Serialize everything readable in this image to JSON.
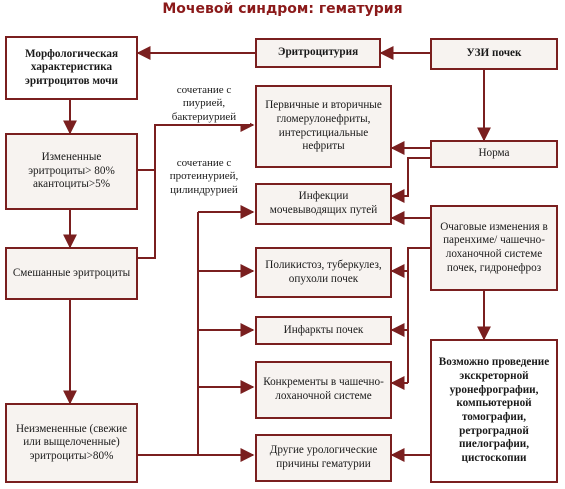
{
  "title": "Мочевой синдром: гематурия",
  "colors": {
    "line": "#7a1f1f",
    "title": "#8b1a1a",
    "box_fill": "#f7f3f0"
  },
  "boxes": {
    "morph": "Морфологическая характеристика эритроцитов мочи",
    "erythrocyturia": "Эритроцитурия",
    "uzi": "УЗИ почек",
    "primary_gn": "Первичные и вторичные гломерулонефриты, интерстициальные нефриты",
    "changed": "Измененные эритроциты> 80% акантоциты>5%",
    "norma": "Норма",
    "infections": "Инфекции мочевыводящих путей",
    "focal": "Очаговые изменения в паренхиме/ чашечно-лоханочной системе почек, гидронефроз",
    "mixed": "Смешанные эритроциты",
    "polycystosis": "Поликистоз, туберкулез, опухоли почек",
    "infarcts": "Инфаркты почек",
    "possible": "Возможно проведение экскреторной уронефрографии, компьютерной томографии, ретроградной пиелографии, цистоскопии",
    "concrements": "Конкременты в чашечно-лоханочной системе",
    "unchanged": "Неизмененные (свежие или выщелоченные) эритроциты>80%",
    "other_uro": "Другие урологические причины гематурии"
  },
  "notes": {
    "note1": "сочетание с пиурией, бактериурией",
    "note2": "сочетание с протеинурией, цилиндрурией"
  }
}
